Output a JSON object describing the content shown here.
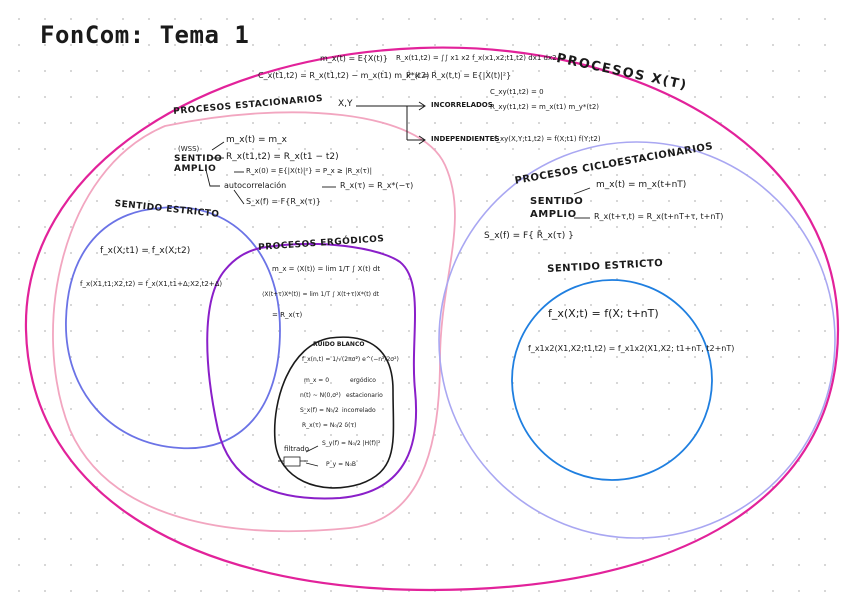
{
  "title": "FonCom: Tema 1",
  "procesos_x": {
    "label": "PROCESOS X(t)",
    "formulas": [
      "m_x(t) = E{X(t)}",
      "R_x(t1,t2) = ∫∫ x1 x2 f_x(x1,x2;t1,t2) dx1 dx2",
      "C_x(t1,t2) = R_x(t1,t2) − m_x(t1) m_x*(t2)",
      "P_x = R_x(t,t) = E{|X(t)|²}"
    ],
    "xy": {
      "label": "X,Y",
      "incorrelados_label": "INCORRELADOS",
      "incorrelados_formulas": [
        "C_xy(t1,t2) = 0",
        "R_xy(t1,t2) = m_x(t1) m_y*(t2)"
      ],
      "independientes_label": "INDEPENDIENTES",
      "independientes_formula": "f_xy(X,Y;t1,t2) = f(X;t1) f(Y;t2)"
    }
  },
  "estacionarios": {
    "label": "PROCESOS ESTACIONARIOS",
    "wss_tag": "(WSS)",
    "sentido_amplio": "SENTIDO AMPLIO",
    "formulas": [
      "m_x(t) = m_x",
      "R_x(t1,t2) = R_x(t1 − t2)",
      "R_x(0) = E{|X(t)|²} = P_x ≥ |R_x(τ)|",
      "R_x(τ) = R_x*(−τ)",
      "S_x(f) = F{R_x(τ)}"
    ],
    "autocorrelacion_label": "autocorrelación"
  },
  "estricto": {
    "label": "SENTIDO ESTRICTO",
    "formulas": [
      "f_x(X;t1) = f_x(X;t2)",
      "f_x(X1,t1;X2,t2) = f_x(X1,t1+Δ;X2,t2+Δ)"
    ]
  },
  "ergodicos": {
    "label": "PROCESOS ERGÓDICOS",
    "formulas": [
      "m_x = ⟨X(t)⟩ = lim 1/T ∫ X(t) dt",
      "⟨X(t+τ)X*(t)⟩ = lim 1/T ∫ X(t+τ)X*(t) dt",
      "= R_x(τ)"
    ]
  },
  "ruido_blanco": {
    "label": "RUIDO BLANCO",
    "lines": [
      {
        "f": "f_x(n,t) = 1/√(2πσ²) e^(−n²/2σ²)",
        "tag": ""
      },
      {
        "f": "m_x = 0",
        "tag": "ergódico"
      },
      {
        "f": "n(t) ~ N(0,σ²)",
        "tag": "estacionario"
      },
      {
        "f": "S_x(f) = N₀/2",
        "tag": "incorrelado"
      },
      {
        "f": "R_x(τ) = N₀/2 δ(τ)",
        "tag": ""
      }
    ],
    "filtrado_label": "filtrado",
    "filtrado_formulas": [
      "S_y(f) = N₀/2 |H(f)|²",
      "P_y = N₀B"
    ]
  },
  "cicloestacionarios": {
    "label": "PROCESOS CICLOESTACIONARIOS",
    "sentido_amplio": "SENTIDO AMPLIO",
    "formulas": [
      "m_x(t) = m_x(t+nT)",
      "R_x(t+τ,t) = R_x(t+nT+τ, t+nT)",
      "S_x(f) = F{ R̄_x(τ) }"
    ]
  },
  "ciclo_estricto": {
    "label": "SENTIDO ESTRICTO",
    "formulas": [
      "f_x(X;t) = f(X; t+nT)",
      "f_x1x2(X1,X2;t1,t2) = f_x1x2(X1,X2; t1+nT, t2+nT)"
    ]
  },
  "colors": {
    "procesos_x": "#e2229a",
    "estacionarios": "#f2a6c0",
    "estricto": "#6b73e6",
    "ergodicos": "#8a1fc9",
    "ruido": "#1a1a1a",
    "ciclo": "#a9a7f2",
    "ciclo_estricto": "#1f7fe0"
  }
}
